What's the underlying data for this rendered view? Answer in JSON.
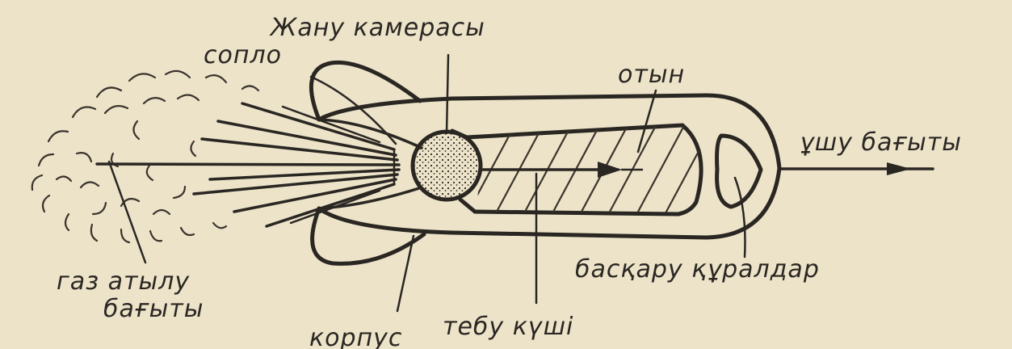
{
  "diagram": {
    "labels": {
      "combustion_chamber": "Жану камерасы",
      "nozzle": "сопло",
      "fuel": "отын",
      "flight_direction": "ұшу бағыты",
      "gas_exhaust_direction_line1": "газ атылу",
      "gas_exhaust_direction_line2": "бағыты",
      "control_devices": "басқару құралдар",
      "thrust_force": "тебу күші",
      "body": "корпус"
    }
  }
}
